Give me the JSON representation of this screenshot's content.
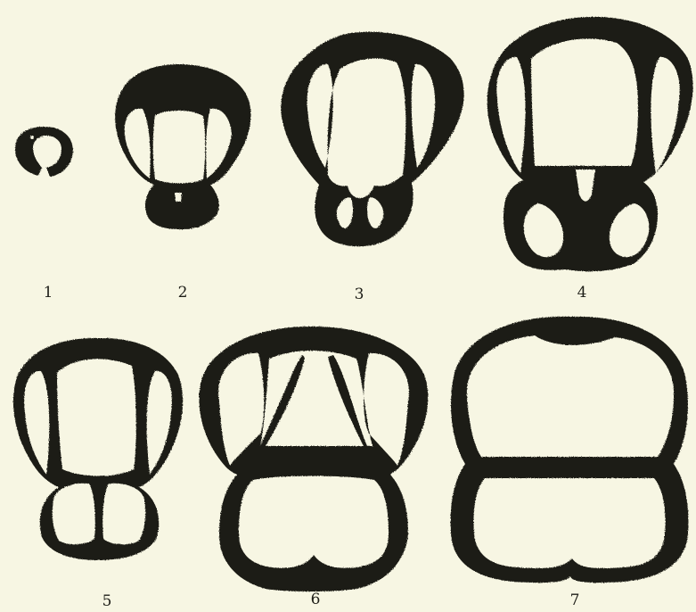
{
  "figures": [
    {
      "label": "1"
    },
    {
      "label": "2"
    },
    {
      "label": "3"
    },
    {
      "label": "4"
    },
    {
      "label": "5"
    },
    {
      "label": "6"
    },
    {
      "label": "7"
    }
  ],
  "colors": {
    "ink": "#1e1e18",
    "paper": "#f7f6e3"
  }
}
